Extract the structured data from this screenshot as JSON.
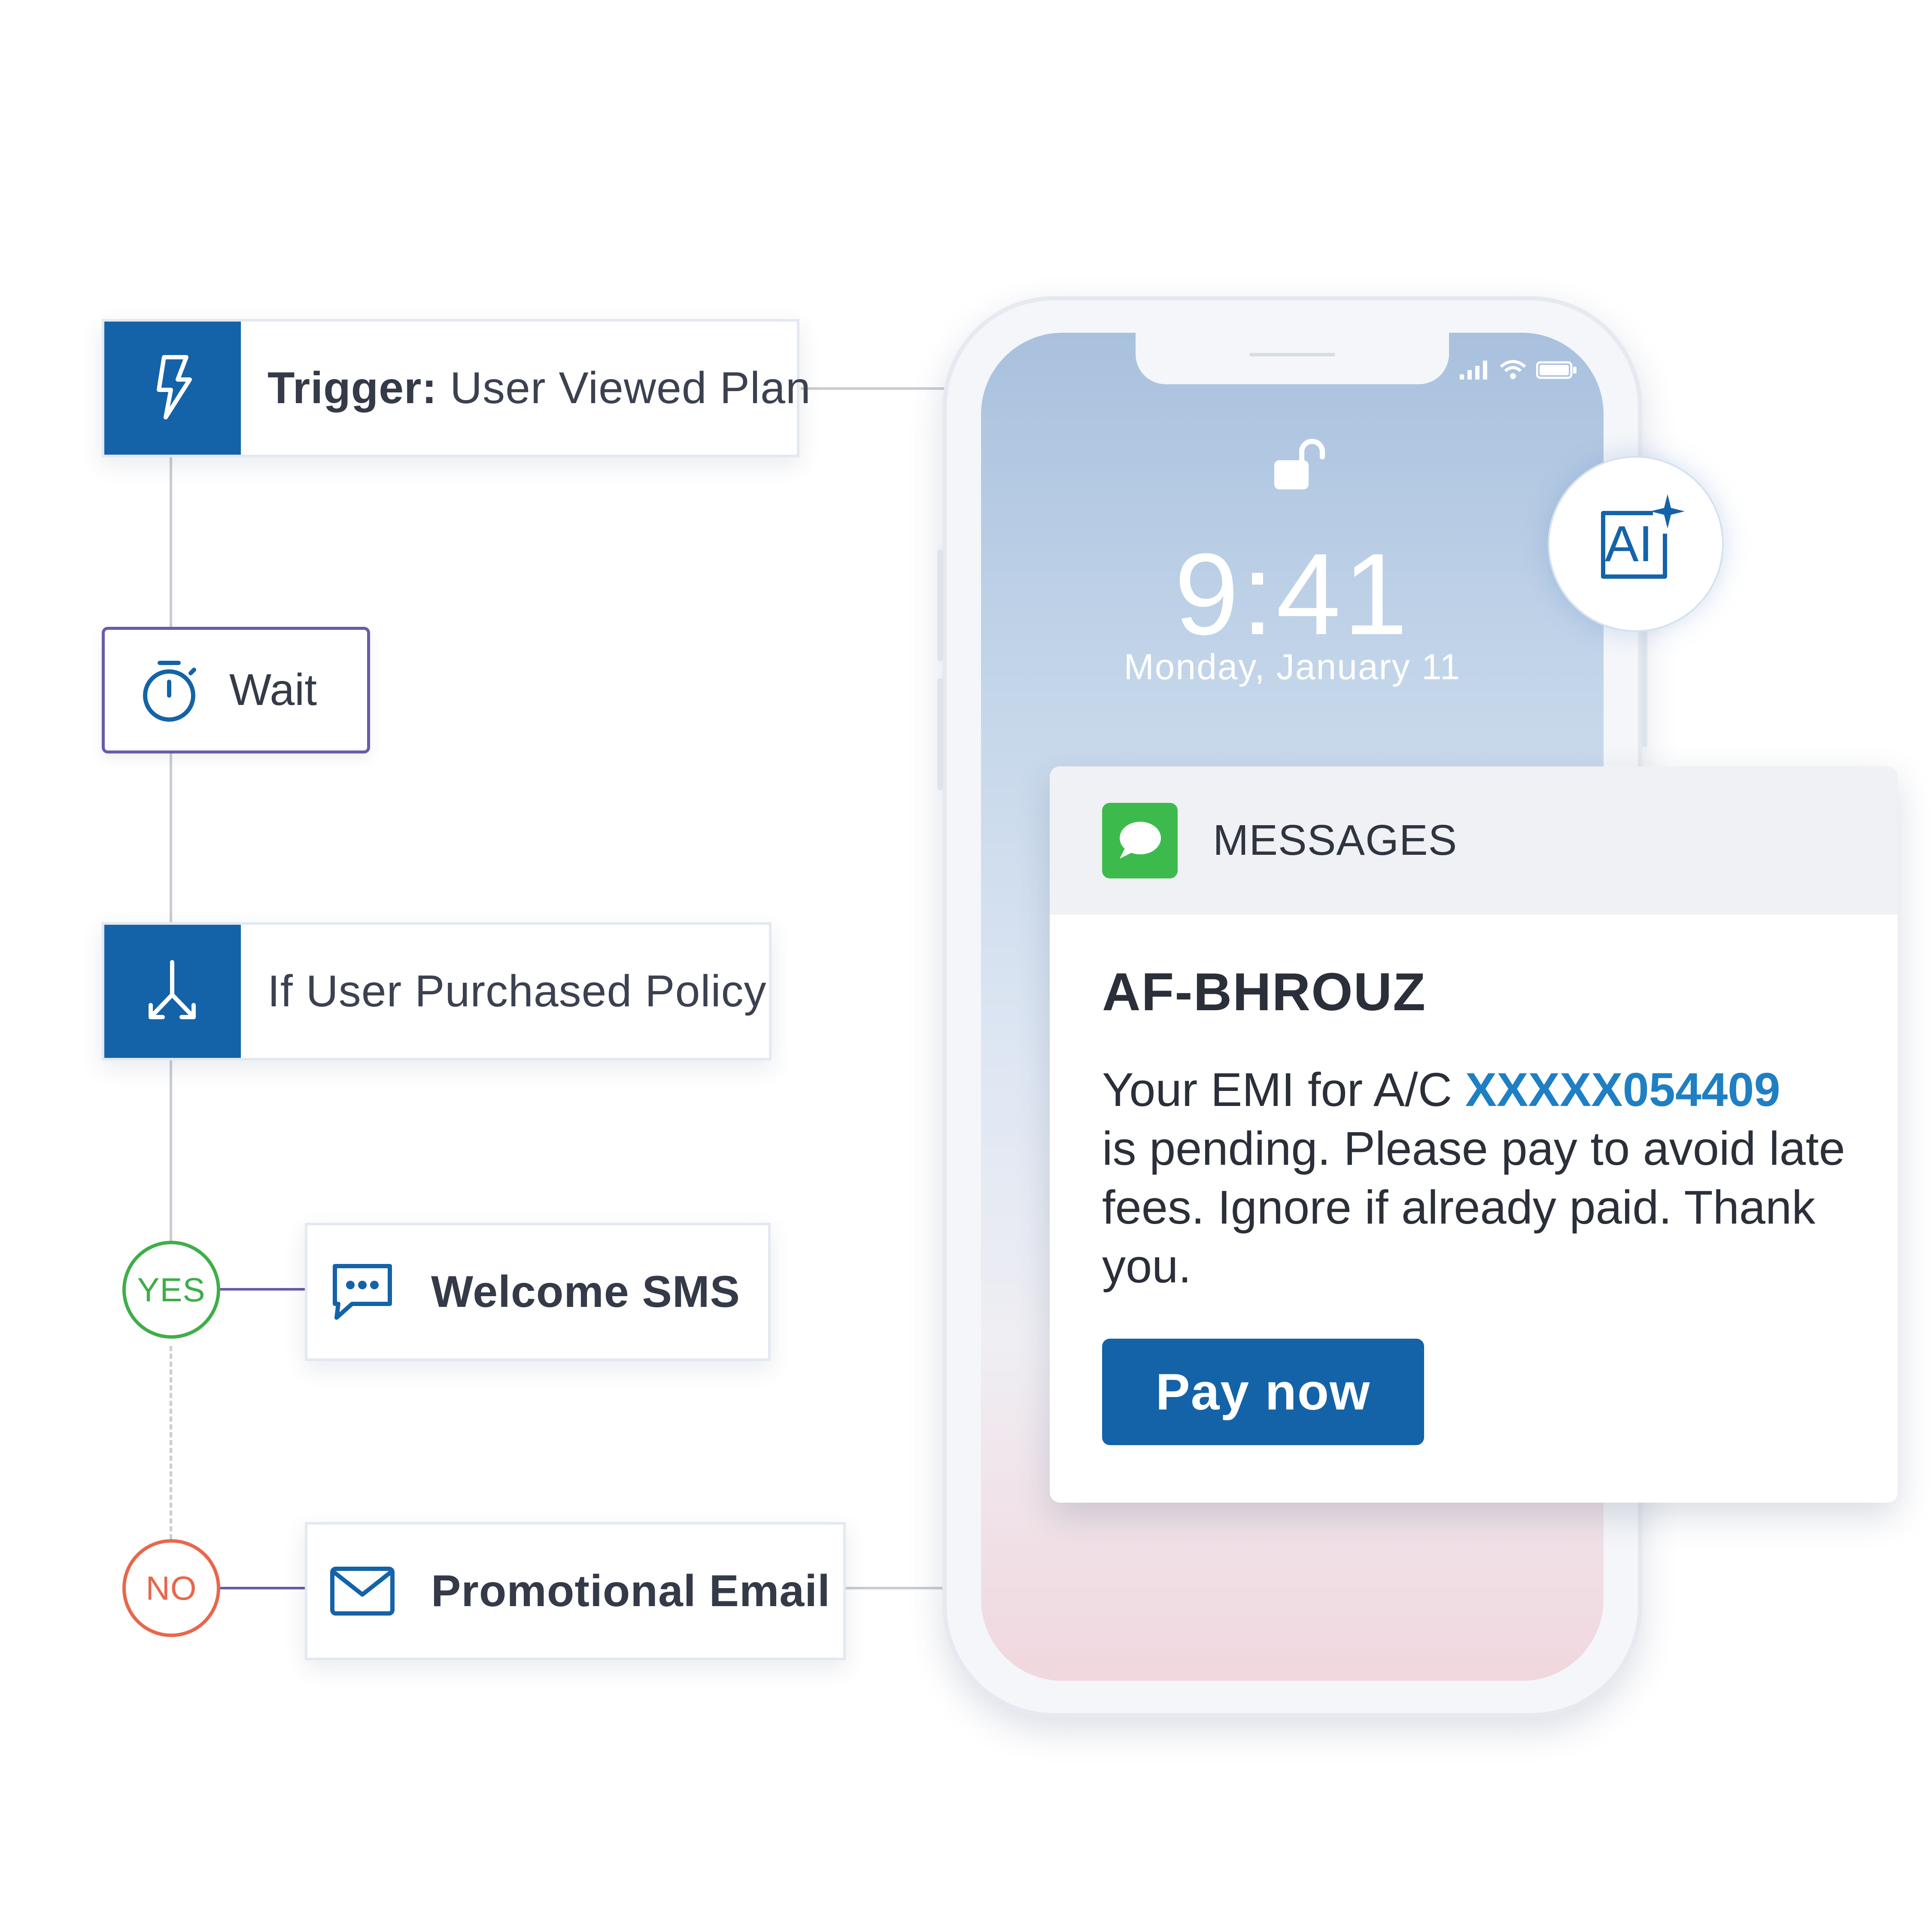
{
  "flow": {
    "trigger": {
      "label_bold": "Trigger:",
      "label_rest": " User Viewed Plan",
      "icon": "lightning-icon"
    },
    "wait": {
      "label": "Wait",
      "icon": "stopwatch-icon"
    },
    "condition": {
      "label": "If User Purchased Policy",
      "icon": "split-arrows-icon"
    },
    "yes_badge": "YES",
    "no_badge": "NO",
    "sms": {
      "label": "Welcome SMS",
      "icon": "chat-bubble-icon"
    },
    "email": {
      "label": "Promotional Email",
      "icon": "envelope-icon"
    }
  },
  "phone": {
    "time": "9:41",
    "date": "Monday, January 11"
  },
  "ai_badge": {
    "label": "AI",
    "icon": "sparkle-icon"
  },
  "notification": {
    "app_name": "MESSAGES",
    "sender": "AF-BHROUZ",
    "message_prefix": "Your EMI for A/C ",
    "account": "XXXXX054409",
    "message_rest": "is pending. Please pay to avoid late fees. Ignore if already paid. Thank you.",
    "cta": "Pay now"
  },
  "colors": {
    "brand_blue": "#1463a8",
    "purple_border": "#6a5ba8",
    "yes_green": "#3fae49",
    "no_orange": "#e8674b",
    "messages_green": "#3cbb4c",
    "account_link": "#1f7fc4"
  }
}
